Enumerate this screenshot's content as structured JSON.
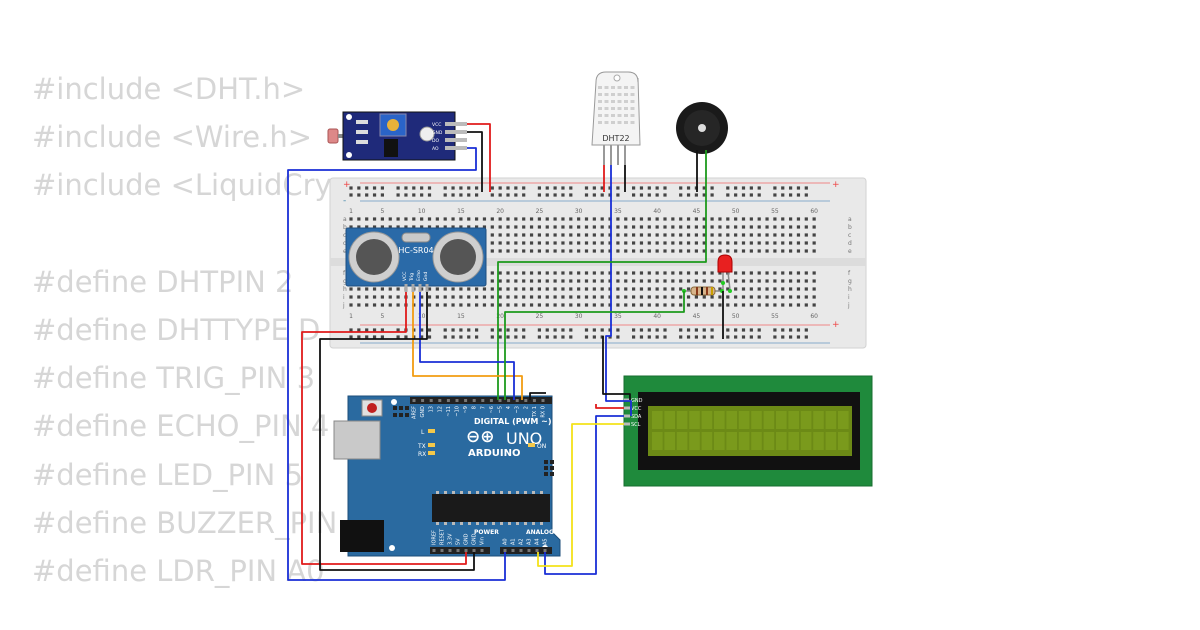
{
  "code_lines": [
    "#include <DHT.h>",
    "#include <Wire.h>",
    "#include <LiquidCry",
    "",
    "#define DHTPIN 2",
    "#define DHTTYPE D",
    "#define TRIG_PIN 3",
    "#define ECHO_PIN 4",
    "#define LED_PIN 5",
    "#define BUZZER_PIN",
    "#define LDR_PIN A0"
  ],
  "components": {
    "ldr_module": {
      "pins": [
        "VCC",
        "GND",
        "DO",
        "AO"
      ]
    },
    "dht22": {
      "label": "DHT22"
    },
    "ultrasonic": {
      "label": "HC-SR04",
      "pins": [
        "VCC",
        "Trig",
        "Echo",
        "Gnd"
      ]
    },
    "breadboard": {
      "column_numbers": [
        "1",
        "5",
        "10",
        "15",
        "20",
        "25",
        "30",
        "35",
        "40",
        "45",
        "50",
        "55",
        "60"
      ],
      "rows_top": [
        "a",
        "b",
        "c",
        "d",
        "e"
      ],
      "rows_bottom": [
        "f",
        "g",
        "h",
        "i",
        "j"
      ],
      "rail_plus": "+",
      "rail_minus": "-"
    },
    "arduino": {
      "brand": "ARDUINO",
      "model": "UNO",
      "digital_label": "DIGITAL (PWM ~)",
      "power_label": "POWER",
      "analog_label": "ANALOG IN",
      "led_l": "L",
      "led_tx": "TX",
      "led_rx": "RX",
      "on_label": "ON",
      "top_pins": [
        "AREF",
        "GND",
        "13",
        "12",
        "~11",
        "~10",
        "~9",
        "8",
        "7",
        "~6",
        "~5",
        "4",
        "~3",
        "2",
        "TX 1",
        "RX 0"
      ],
      "power_pins": [
        "IOREF",
        "RESET",
        "3.3V",
        "5V",
        "GND",
        "GND",
        "Vin"
      ],
      "analog_pins": [
        "A0",
        "A1",
        "A2",
        "A3",
        "A4",
        "A5"
      ]
    },
    "lcd": {
      "pins": [
        "GND",
        "VCC",
        "SDA",
        "SCL"
      ]
    }
  },
  "colors": {
    "wire_red": "#e01b1b",
    "wire_black": "#111111",
    "wire_blue": "#1a2fd6",
    "wire_green": "#1d9a1d",
    "wire_orange": "#f29d12",
    "wire_yellow": "#f4e21a",
    "arduino_board": "#2a6aa0",
    "lcd_board": "#1f8a3c",
    "lcd_screen": "#6c8a16"
  }
}
